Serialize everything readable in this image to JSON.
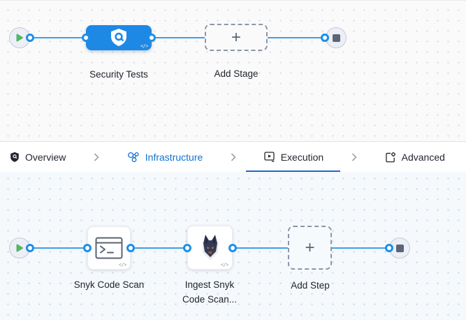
{
  "glyphs": {
    "plus": "+",
    "code_badge": "</>"
  },
  "stage_canvas": {
    "stage": {
      "label": "Security Tests"
    },
    "add_stage": {
      "label": "Add Stage"
    }
  },
  "tab_bar": {
    "items": [
      {
        "label": "Overview",
        "icon": "security-shield-icon",
        "active": false
      },
      {
        "label": "Infrastructure",
        "icon": "infrastructure-cluster-icon",
        "active": false
      },
      {
        "label": "Execution",
        "icon": "execution-play-box-icon",
        "active": true
      },
      {
        "label": "Advanced",
        "icon": "advanced-doc-gear-icon",
        "active": false
      }
    ]
  },
  "step_canvas": {
    "steps": [
      {
        "label": "Snyk Code Scan",
        "icon": "terminal-icon"
      },
      {
        "label": "Ingest Snyk Code Scan...",
        "icon": "snyk-dog-icon"
      }
    ],
    "add_step": {
      "label": "Add Step"
    }
  },
  "colors": {
    "node_blue": "#1e88e5",
    "connector_blue": "#1d8fe8",
    "line_blue": "#3ba0e8",
    "link_blue": "#0f72d0",
    "active_tab_underline": "#2368c4",
    "play_green": "#57b465",
    "stop_gray": "#5b6575",
    "canvas_top_bg": "#fafafa",
    "canvas_bottom_bg": "#f5f9fc"
  }
}
